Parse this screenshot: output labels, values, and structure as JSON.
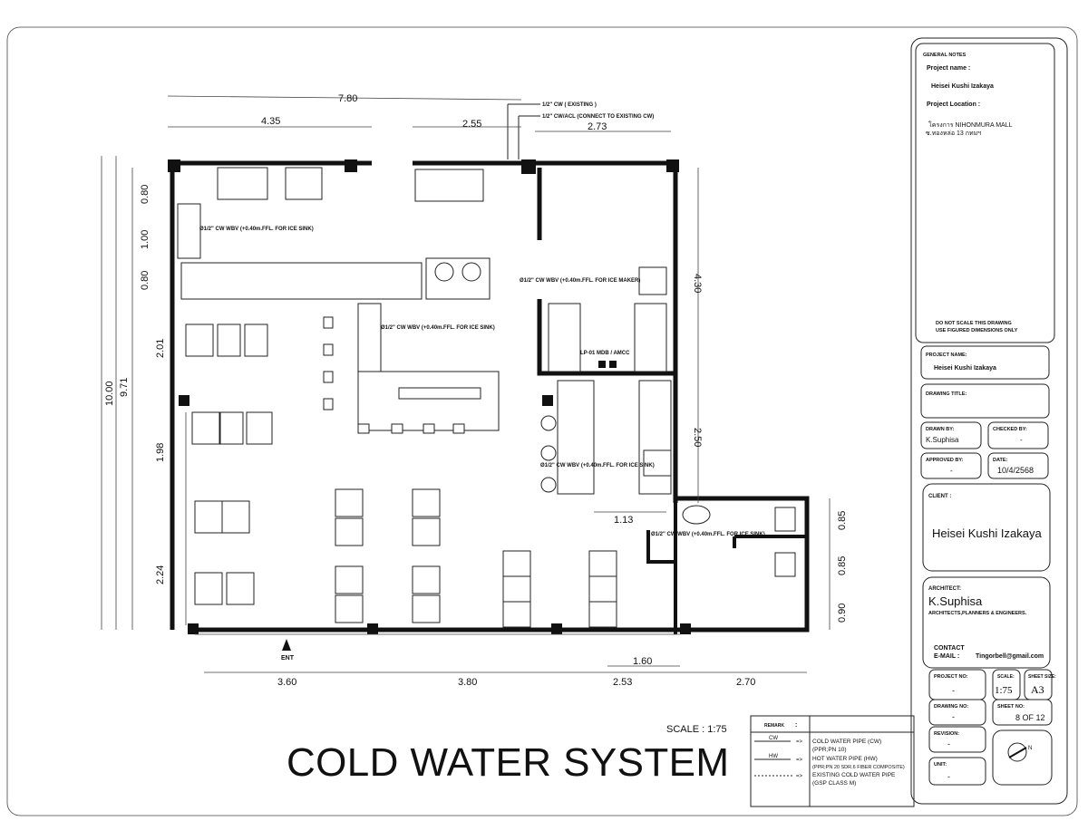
{
  "title_block": {
    "general_notes_label": "GENERAL NOTES",
    "project_name_label": "Project name :",
    "project_name": "Heisei Kushi Izakaya",
    "project_location_label": "Project Location :",
    "location_line1": "โครงการ NIHONMURA MALL",
    "location_line2": "ซ.ทองหล่อ 13 กทมฯ",
    "note_line1": "DO NOT SCALE THIS DRAWING",
    "note_line2": "USE FIGURED DIMENSIONS ONLY",
    "project_name2_label": "PROJECT NAME:",
    "project_name2": "Heisei Kushi Izakaya",
    "drawing_title_label": "DRAWING TITLE:",
    "drawn_by_label": "DRAWN BY:",
    "drawn_by": "K.Suphisa",
    "checked_by_label": "CHECKED BY:",
    "checked_by": "-",
    "approved_by_label": "APPROVED BY:",
    "approved_by": "-",
    "date_label": "DATE:",
    "date": "10/4/2568",
    "client_label": "CLIENT :",
    "client": "Heisei Kushi Izakaya",
    "architect_label": "ARCHITECT:",
    "architect": "K.Suphisa",
    "architect_sub": "ARCHITECTS,PLANNERS & ENGINEERS.",
    "contact_label": "CONTACT",
    "email_label": "E-MAIL :",
    "email": "Tingorbell@gmail.com",
    "project_no_label": "PROJECT NO:",
    "project_no": "-",
    "scale_label": "SCALE:",
    "scale": "1:75",
    "sheet_size_label": "SHEET SIZE:",
    "sheet_size": "A3",
    "drawing_no_label": "DRAWING NO:",
    "drawing_no": "-",
    "sheet_no_label": "SHEET NO:",
    "sheet_no": "8 OF 12",
    "revision_label": "REVISION:",
    "revision": "-",
    "unit_label": "UNIT:",
    "unit": "-",
    "north_label": "N"
  },
  "drawing": {
    "title": "COLD WATER SYSTEM",
    "scale_text": "SCALE  :  1:75",
    "entry_label": "ENT",
    "dims_top": [
      "7.80",
      "4.35",
      "2.55",
      "2.73"
    ],
    "dims_left": [
      "10.00",
      "9.71",
      "0.80",
      "1.00",
      "0.80",
      "2.01",
      "1.98",
      "2.24"
    ],
    "dims_right": [
      "4.30",
      "2.50",
      "0.85",
      "0.85",
      "0.90"
    ],
    "dims_bottom": [
      "3.60",
      "3.80",
      "2.53",
      "2.70",
      "1.60",
      "1.13"
    ],
    "notes": {
      "cw_existing": "1/2\" CW ( EXISTING )",
      "cw_acl": "1/2\" CW/ACL (CONNECT TO EXISTING CW)",
      "ice_sink_1": "Ø1/2\" CW WBV (+0.40m.FFL. FOR ICE SINK)",
      "ice_sink_2": "Ø1/2\" CW WBV (+0.40m.FFL. FOR ICE SINK)",
      "ice_maker": "Ø1/2\" CW WBV (+0.40m.FFL. FOR ICE MAKER)",
      "ice_sink_3": "Ø1/2\" CW WBV (+0.40m.FFL. FOR ICE SINK)",
      "ice_sink_4": "Ø1/2\" CW WBV (+0.40m.FFL. FOR ICE SINK)",
      "mdb": "LP-01 MDB / AMCC"
    }
  },
  "legend": {
    "remark_label": "REMARK",
    "remark_colon": ":",
    "items": [
      {
        "code": "CW",
        "line1": "COLD WATER PIPE (CW)",
        "line2": "(PPR;PN 10)"
      },
      {
        "code": "HW",
        "line1": "HOT WATER PIPE (HW)",
        "line2": "(PPR;PN 20 SDR.6 FIBER COMPOSITE)"
      },
      {
        "code": "",
        "line1": "EXISTING COLD WATER PIPE",
        "line2": "(GSP CLASS M)"
      }
    ],
    "arrow": "=>"
  }
}
